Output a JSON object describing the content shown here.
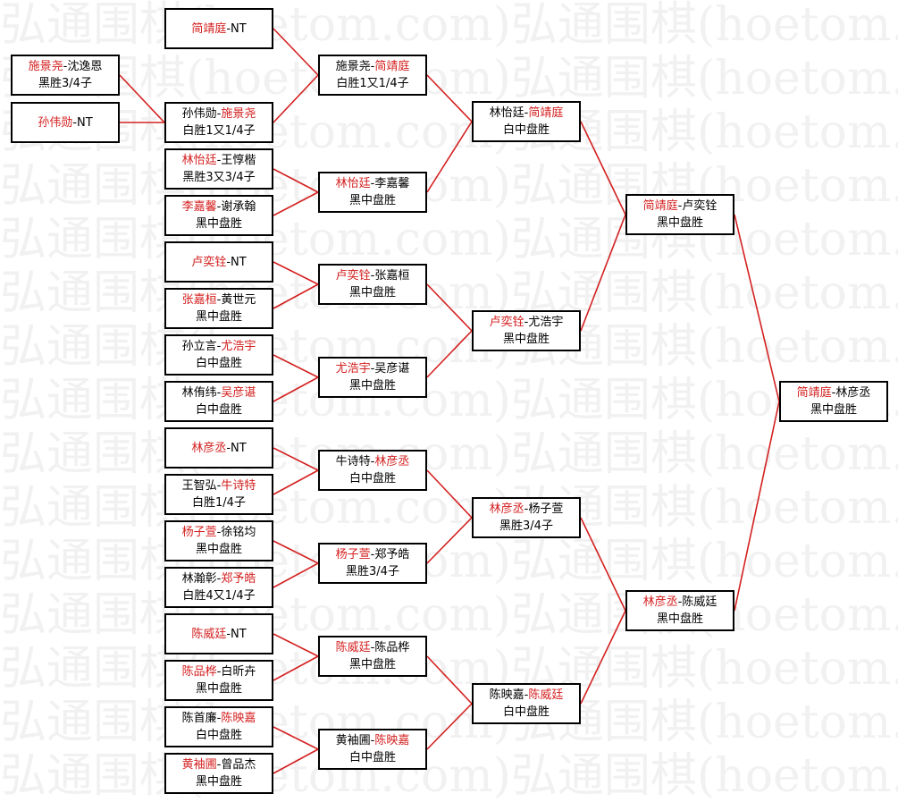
{
  "colors": {
    "winner": "#d42020",
    "connector": "#d42020",
    "border": "#000000",
    "watermark": "#f1f1f1"
  },
  "watermark": {
    "text": "弘通围棋(hoetom.com)弘通围棋(hoetom.com)"
  },
  "bracket": {
    "round1": [
      {
        "line1": [
          {
            "t": "简靖庭",
            "win": true
          },
          {
            "t": "-NT",
            "win": false
          }
        ],
        "line2": ""
      },
      {
        "line1": [
          {
            "t": "孙伟勋",
            "win": false
          },
          {
            "t": "-",
            "win": false
          },
          {
            "t": "施景尧",
            "win": true
          }
        ],
        "line2": "白胜1又1/4子"
      },
      {
        "line1": [
          {
            "t": "林怡廷",
            "win": true
          },
          {
            "t": "-王惇楷",
            "win": false
          }
        ],
        "line2": "黑胜3又3/4子"
      },
      {
        "line1": [
          {
            "t": "李嘉馨",
            "win": true
          },
          {
            "t": "-谢承翰",
            "win": false
          }
        ],
        "line2": "黑中盘胜"
      },
      {
        "line1": [
          {
            "t": "卢奕铨",
            "win": true
          },
          {
            "t": "-NT",
            "win": false
          }
        ],
        "line2": ""
      },
      {
        "line1": [
          {
            "t": "张嘉桓",
            "win": true
          },
          {
            "t": "-黄世元",
            "win": false
          }
        ],
        "line2": "黑中盘胜"
      },
      {
        "line1": [
          {
            "t": "孙立言-",
            "win": false
          },
          {
            "t": "尤浩宇",
            "win": true
          }
        ],
        "line2": "白中盘胜"
      },
      {
        "line1": [
          {
            "t": "林侑纬-",
            "win": false
          },
          {
            "t": "吴彦谌",
            "win": true
          }
        ],
        "line2": "白中盘胜"
      },
      {
        "line1": [
          {
            "t": "林彦丞",
            "win": true
          },
          {
            "t": "-NT",
            "win": false
          }
        ],
        "line2": ""
      },
      {
        "line1": [
          {
            "t": "王智弘-",
            "win": false
          },
          {
            "t": "牛诗特",
            "win": true
          }
        ],
        "line2": "白胜1/4子"
      },
      {
        "line1": [
          {
            "t": "杨子萱",
            "win": true
          },
          {
            "t": "-徐铭均",
            "win": false
          }
        ],
        "line2": "黑中盘胜"
      },
      {
        "line1": [
          {
            "t": "林瀚彰-",
            "win": false
          },
          {
            "t": "郑予皓",
            "win": true
          }
        ],
        "line2": "白胜4又1/4子"
      },
      {
        "line1": [
          {
            "t": "陈威廷",
            "win": true
          },
          {
            "t": "-NT",
            "win": false
          }
        ],
        "line2": ""
      },
      {
        "line1": [
          {
            "t": "陈品桦",
            "win": true
          },
          {
            "t": "-白昕卉",
            "win": false
          }
        ],
        "line2": "黑中盘胜"
      },
      {
        "line1": [
          {
            "t": "陈首廉-",
            "win": false
          },
          {
            "t": "陈映嘉",
            "win": true
          }
        ],
        "line2": "白中盘胜"
      },
      {
        "line1": [
          {
            "t": "黄袖圃",
            "win": true
          },
          {
            "t": "-曾品杰",
            "win": false
          }
        ],
        "line2": "黑中盘胜"
      }
    ],
    "prelim": [
      {
        "line1": [
          {
            "t": "施景尧",
            "win": true
          },
          {
            "t": "-沈逸恩",
            "win": false
          }
        ],
        "line2": "黑胜3/4子"
      },
      {
        "line1": [
          {
            "t": "孙伟勋",
            "win": true
          },
          {
            "t": "-NT",
            "win": false
          }
        ],
        "line2": ""
      }
    ],
    "round2": [
      {
        "line1": [
          {
            "t": "施景尧-",
            "win": false
          },
          {
            "t": "简靖庭",
            "win": true
          }
        ],
        "line2": "白胜1又1/4子"
      },
      {
        "line1": [
          {
            "t": "林怡廷",
            "win": true
          },
          {
            "t": "-李嘉馨",
            "win": false
          }
        ],
        "line2": "黑中盘胜"
      },
      {
        "line1": [
          {
            "t": "卢奕铨",
            "win": true
          },
          {
            "t": "-张嘉桓",
            "win": false
          }
        ],
        "line2": "黑中盘胜"
      },
      {
        "line1": [
          {
            "t": "尤浩宇",
            "win": true
          },
          {
            "t": "-吴彦谌",
            "win": false
          }
        ],
        "line2": "黑中盘胜"
      },
      {
        "line1": [
          {
            "t": "牛诗特-",
            "win": false
          },
          {
            "t": "林彦丞",
            "win": true
          }
        ],
        "line2": "白中盘胜"
      },
      {
        "line1": [
          {
            "t": "杨子萱",
            "win": true
          },
          {
            "t": "-郑予皓",
            "win": false
          }
        ],
        "line2": "黑胜3/4子"
      },
      {
        "line1": [
          {
            "t": "陈威廷",
            "win": true
          },
          {
            "t": "-陈品桦",
            "win": false
          }
        ],
        "line2": "黑中盘胜"
      },
      {
        "line1": [
          {
            "t": "黄袖圃-",
            "win": false
          },
          {
            "t": "陈映嘉",
            "win": true
          }
        ],
        "line2": "白中盘胜"
      }
    ],
    "round3": [
      {
        "line1": [
          {
            "t": "林怡廷-",
            "win": false
          },
          {
            "t": "简靖庭",
            "win": true
          }
        ],
        "line2": "白中盘胜"
      },
      {
        "line1": [
          {
            "t": "卢奕铨",
            "win": true
          },
          {
            "t": "-尤浩宇",
            "win": false
          }
        ],
        "line2": "黑中盘胜"
      },
      {
        "line1": [
          {
            "t": "林彦丞",
            "win": true
          },
          {
            "t": "-杨子萱",
            "win": false
          }
        ],
        "line2": "黑胜3/4子"
      },
      {
        "line1": [
          {
            "t": "陈映嘉-",
            "win": false
          },
          {
            "t": "陈威廷",
            "win": true
          }
        ],
        "line2": "白中盘胜"
      }
    ],
    "semifinal": [
      {
        "line1": [
          {
            "t": "简靖庭",
            "win": true
          },
          {
            "t": "-卢奕铨",
            "win": false
          }
        ],
        "line2": "黑中盘胜"
      },
      {
        "line1": [
          {
            "t": "林彦丞",
            "win": true
          },
          {
            "t": "-陈威廷",
            "win": false
          }
        ],
        "line2": "黑中盘胜"
      }
    ],
    "final": [
      {
        "line1": [
          {
            "t": "简靖庭",
            "win": true
          },
          {
            "t": "-林彦丞",
            "win": false
          }
        ],
        "line2": "黑中盘胜"
      }
    ]
  }
}
